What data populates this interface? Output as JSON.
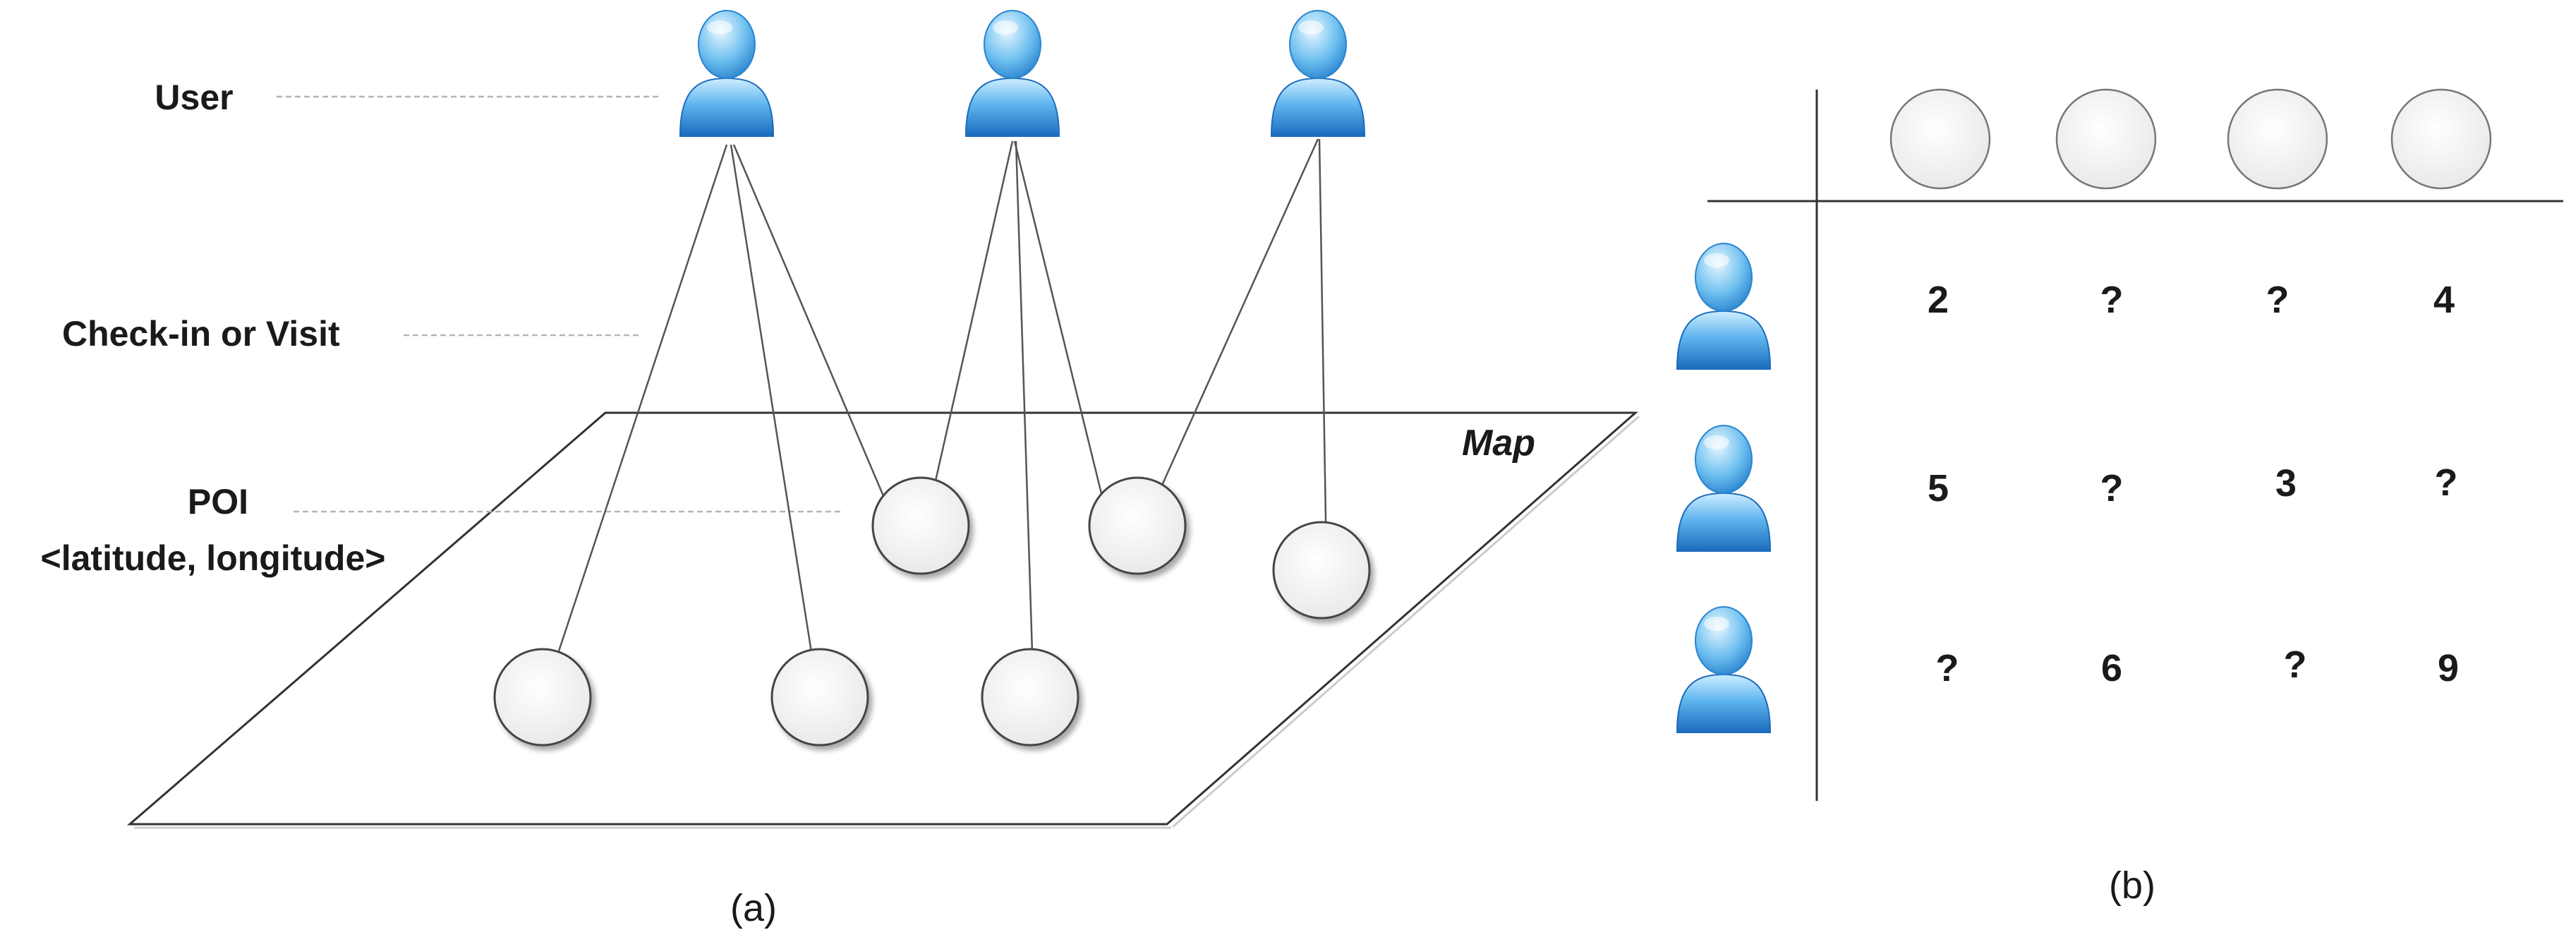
{
  "panel_a": {
    "labels": {
      "user": "User",
      "checkin": "Check-in or Visit",
      "poi_line1": "POI",
      "poi_line2": "<latitude, longitude>",
      "map": "Map"
    },
    "caption": "(a)"
  },
  "panel_b": {
    "matrix": [
      [
        "2",
        "?",
        "?",
        "4"
      ],
      [
        "5",
        "?",
        "3",
        "?"
      ],
      [
        "?",
        "6",
        "?",
        "9"
      ]
    ],
    "caption": "(b)"
  },
  "colors": {
    "user_icon_light": "#bfe6fb",
    "user_icon_mid": "#4aa9e8",
    "user_icon_dark": "#1d6fc0",
    "poi_fill": "#f7f7f7",
    "arrow": "#555555"
  },
  "icons": {
    "user": "user-person-icon",
    "poi": "poi-circle-icon"
  }
}
